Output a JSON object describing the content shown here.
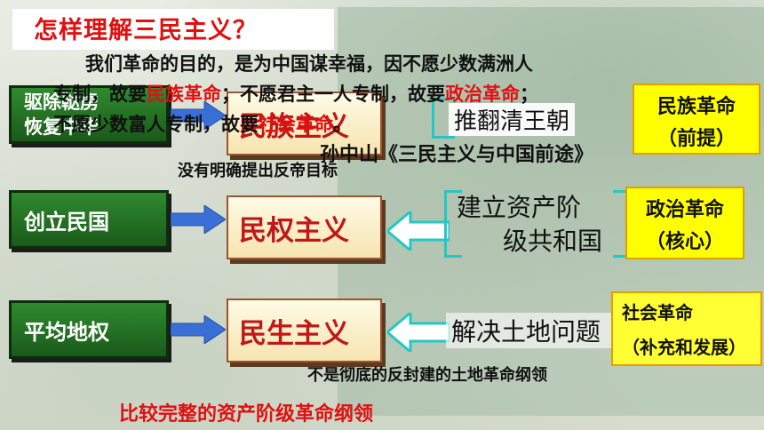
{
  "title": "怎样理解三民主义？",
  "quote": {
    "line1": "我们革命的目的，是为中国谋幸福，因不愿少数满洲人",
    "line2_a": "专制，故要",
    "line2_b": "民族革命",
    "line2_c": "；不愿君主一人专制，故要",
    "line2_d": "政治革命",
    "line2_e": "；",
    "line3_a": "不愿少数富人专制，故要",
    "line3_b": "社会革命",
    "line3_c": "。",
    "source": "孙中山《三民主义与中国前途》"
  },
  "rows": [
    {
      "goal_line1": "驱除鞑虏",
      "goal_line2": "恢复中华",
      "principle": "民族主义",
      "content": "推翻清王朝",
      "tag_line1": "民族革命",
      "tag_line2": "（前提）",
      "note": "没有明确提出反帝目标"
    },
    {
      "goal": "创立民国",
      "principle": "民权主义",
      "content_line1": "建立资产阶",
      "content_line2": "级共和国",
      "tag_line1": "政治革命",
      "tag_line2": "（核心）"
    },
    {
      "goal": "平均地权",
      "principle": "民生主义",
      "content": "解决土地问题",
      "tag_line1": "社会革命",
      "tag_line2": "（补充和发展）",
      "note": "不是彻底的反封建的土地革命纲领"
    }
  ],
  "conclusion": "比较完整的资产阶级革命纲领",
  "colors": {
    "title_red": "#e01010",
    "green": "#2f8a2f",
    "cream": "#fff3c8",
    "cyan": "#23c7c7",
    "yellow": "#ffff00"
  }
}
